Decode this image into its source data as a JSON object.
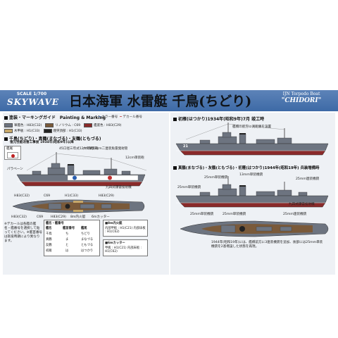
{
  "header": {
    "scale": "SCALE 1/700",
    "brand": "SKYWAVE",
    "title_jp": "日本海軍 水雷艇 千鳥(ちどり)",
    "title_en_line1": "IJN Torpedo Boat",
    "title_en_line2": "\"CHIDORI\""
  },
  "left": {
    "section_painting": "塗装・マーキングガイド",
    "section_painting_en": "Painting & Marking",
    "legend_key_1": "カラー番号",
    "legend_key_2": "デカール番号",
    "colors": [
      {
        "label": "軍艦色 : H83(C32)",
        "hex": "#6d7480"
      },
      {
        "label": "リノリウム : C69",
        "hex": "#7a5a3a"
      },
      {
        "label": "艦底色 : H83(C29)",
        "hex": "#8a2a2a"
      },
      {
        "label": "木甲板 : H1(C33)",
        "hex": "#c7a86a"
      },
      {
        "label": "煙突頂部 : H1(C33)",
        "hex": "#222222"
      }
    ],
    "section_chidori": "千鳥(ちどり)・真鶴(まなづる)・友鶴(ともづる)",
    "subtitle_chidori": "復元性能改善工事後 1934年(昭和9年)以降",
    "stern_flag_note": "艦尾",
    "labels_upper": [
      "45口径三年式12cm単装砲",
      "六年式53cm二連装魚雷発射管",
      "12cm単装砲"
    ],
    "labels_mid": [
      "パラベーン",
      "九四式爆雷投射機"
    ],
    "labels_lower": [
      "H83(C32)",
      "C69",
      "H1(C33)",
      "H83(C29)"
    ],
    "label_bottom": [
      "H83(C32)",
      "C69",
      "H83(C29)",
      "8m内火艇",
      "6mカッター"
    ],
    "table_title": "艦名・艦番号",
    "table_headers": [
      "艦名",
      "艦首番号",
      "艦尾"
    ],
    "table_rows": [
      [
        "千鳥",
        "ち",
        "ちどり"
      ],
      [
        "真鶴",
        "ま",
        "まなづる"
      ],
      [
        "友鶴",
        "と",
        "ともづる"
      ],
      [
        "初雁",
        "は",
        "はつかり"
      ]
    ],
    "notes": "※デカールは各艦の艦名・艦番号を選択して貼ってください。※艦首番号は就役時期により異なります。",
    "small_boats_title": "■8m内火艇",
    "small_boats_text": "内部甲板 : H1(C21) 内部床板 : H1(C62)",
    "cutter_title": "■6mカッター",
    "cutter_text": "甲板 : H1(C21) 内部床板 : H1(C62)"
  },
  "right": {
    "section_hatsukari_1934": "初雁(はつかり)1934年(昭和9年)7月 竣工時",
    "hatsukari_note": "艦橋の前方に測距儀を設置",
    "section_1944": "真鶴(まなづる)・友鶴(ともづる)・初雁(はつかり)1944年(昭和19年) 兵装増備時",
    "labels_1944": [
      "25mm単装機銃",
      "13mm単装機銃",
      "25mm連装機銃",
      "九四式爆雷投射機",
      "25mm単装機銃"
    ],
    "plan_labels": [
      "25mm単装機銃",
      "25mm単装機銃",
      "25mm連装機銃"
    ],
    "plan_note": "1944年(昭和19年)には、艦橋前方に3連装機銃を追加、後部には25mm単装機銃を2基増設した状態を再現。",
    "hull_number": "21"
  }
}
